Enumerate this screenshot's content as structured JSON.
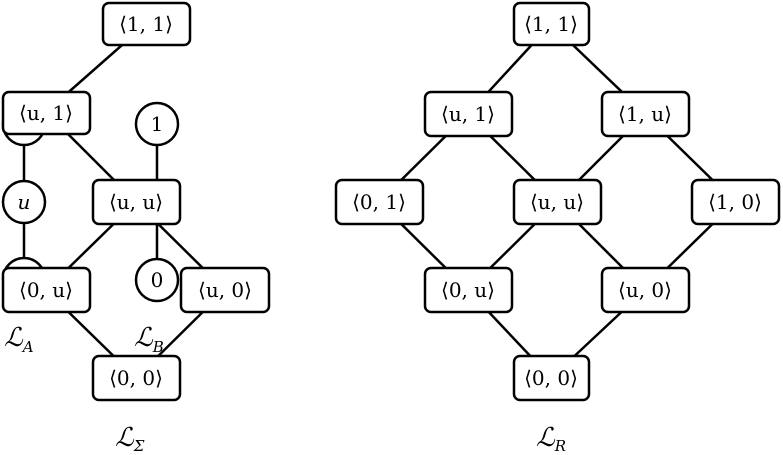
{
  "left_diagram": {
    "nodes": {
      "n11": "⟨1, 1⟩",
      "nu1": "⟨u, 1⟩",
      "nuu": "⟨u, u⟩",
      "n0u": "⟨0, u⟩",
      "nu0": "⟨u, 0⟩",
      "n00": "⟨0, 0⟩"
    },
    "circles": {
      "c1": "1",
      "cu": "u",
      "c0": "0"
    },
    "chain_labels": {
      "A": "A",
      "B": "B"
    },
    "caption_sub": "Σ"
  },
  "right_diagram": {
    "nodes": {
      "r11": "⟨1, 1⟩",
      "ru1": "⟨u, 1⟩",
      "r1u": "⟨1, u⟩",
      "r01": "⟨0, 1⟩",
      "ruu": "⟨u, u⟩",
      "r10": "⟨1, 0⟩",
      "r0u": "⟨0, u⟩",
      "ru0": "⟨u, 0⟩",
      "r00": "⟨0, 0⟩"
    },
    "caption_sub": "R"
  },
  "caption_letter": "ℒ",
  "colors": {
    "stroke": "#000000",
    "fill": "#ffffff"
  }
}
